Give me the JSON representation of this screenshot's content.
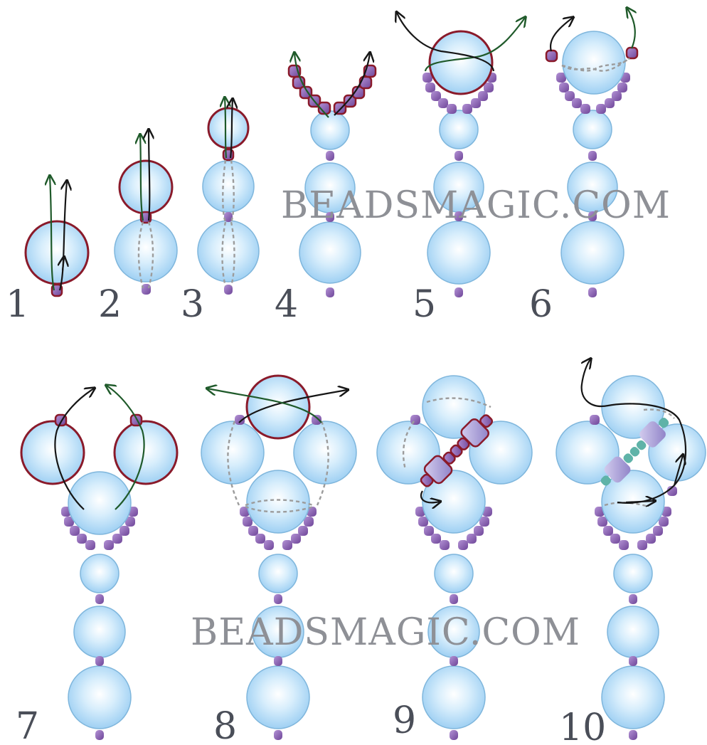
{
  "steps": [
    "1",
    "2",
    "3",
    "4",
    "5",
    "6",
    "7",
    "8",
    "9",
    "10"
  ],
  "watermark": "BEADSMAGIC.COM",
  "colors": {
    "bead_fill": "#bfe4fb",
    "bead_stroke": "#7fb6dc",
    "seed_bead": "#8e63b6",
    "highlight_outline": "#8a1a2a",
    "thread_black": "#161616",
    "thread_green": "#1f5a2a",
    "hidden_thread": "#9c9c9c",
    "bicone": "#a79ad6",
    "seed_bead_teal": "#5fb3a8",
    "text": "#4a4e58"
  }
}
